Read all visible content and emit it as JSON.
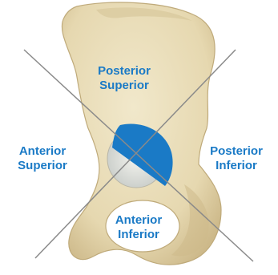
{
  "labels": {
    "posterior_superior": {
      "line1": "Posterior",
      "line2": "Superior"
    },
    "anterior_superior": {
      "line1": "Anterior",
      "line2": "Superior"
    },
    "posterior_inferior": {
      "line1": "Posterior",
      "line2": "Inferior"
    },
    "anterior_inferior": {
      "line1": "Anterior",
      "line2": "Inferior"
    }
  },
  "colors": {
    "label_text": "#1a7ac6",
    "highlighted_quadrant": "#1a7ac6",
    "bone": "#e8dcb7",
    "bone_shadow": "#cbb98e",
    "divider_lines": "#8a8a8a"
  },
  "highlighted_region": "posterior-superior-acetabulum"
}
